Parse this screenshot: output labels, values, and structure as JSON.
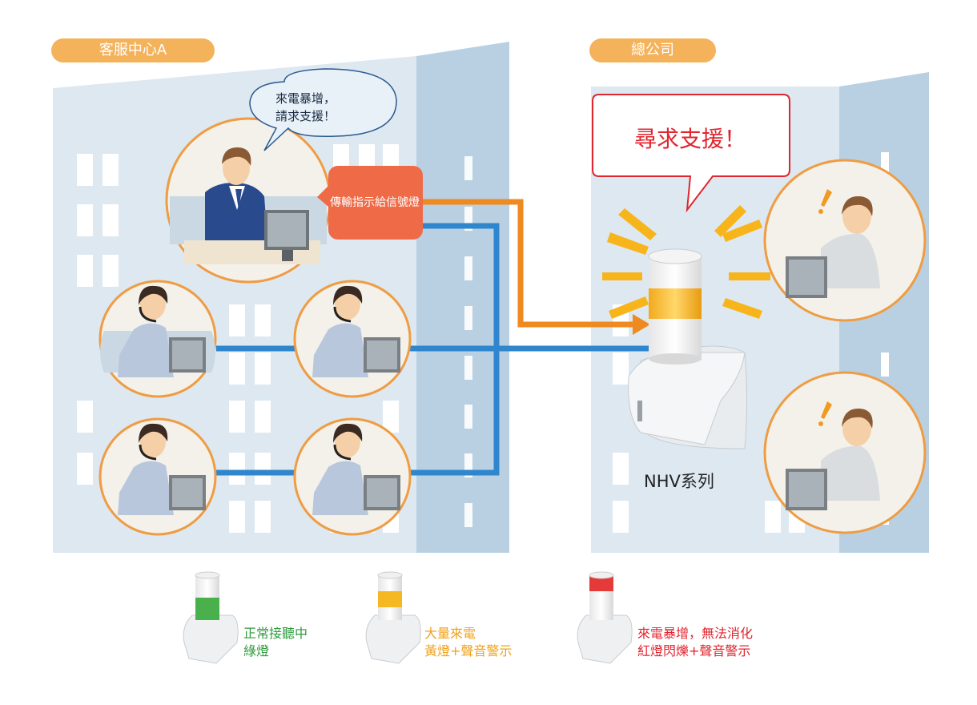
{
  "left_building": {
    "label": "客服中心A",
    "label_color": "#f4b25a"
  },
  "right_building": {
    "label": "總公司"
  },
  "supervisor_speech": {
    "line1": "來電暴增，",
    "line2": "請求支援！"
  },
  "signal_box": {
    "text": "傳輸指示給信號燈",
    "color": "#ef6b47"
  },
  "hq_speech": {
    "text": "尋求支援！",
    "color": "#e0262f"
  },
  "device_label": "NHV系列",
  "legend": [
    {
      "line1": "正常接聽中",
      "line2": "綠燈",
      "color": "#2e9b3c",
      "light": "green"
    },
    {
      "line1": "大量來電",
      "line2": "黃燈+聲音警示",
      "color": "#f0a11a",
      "light": "yellow"
    },
    {
      "line1": "來電暴增，無法消化",
      "line2": "紅燈閃爍+聲音警示",
      "color": "#e0262f",
      "light": "red"
    }
  ],
  "colors": {
    "building_front": "#dde8f1",
    "building_side": "#b9d0e2",
    "line_orange": "#ee8a1f",
    "line_blue": "#2f86cc",
    "circle_ring": "#ef9c43"
  }
}
